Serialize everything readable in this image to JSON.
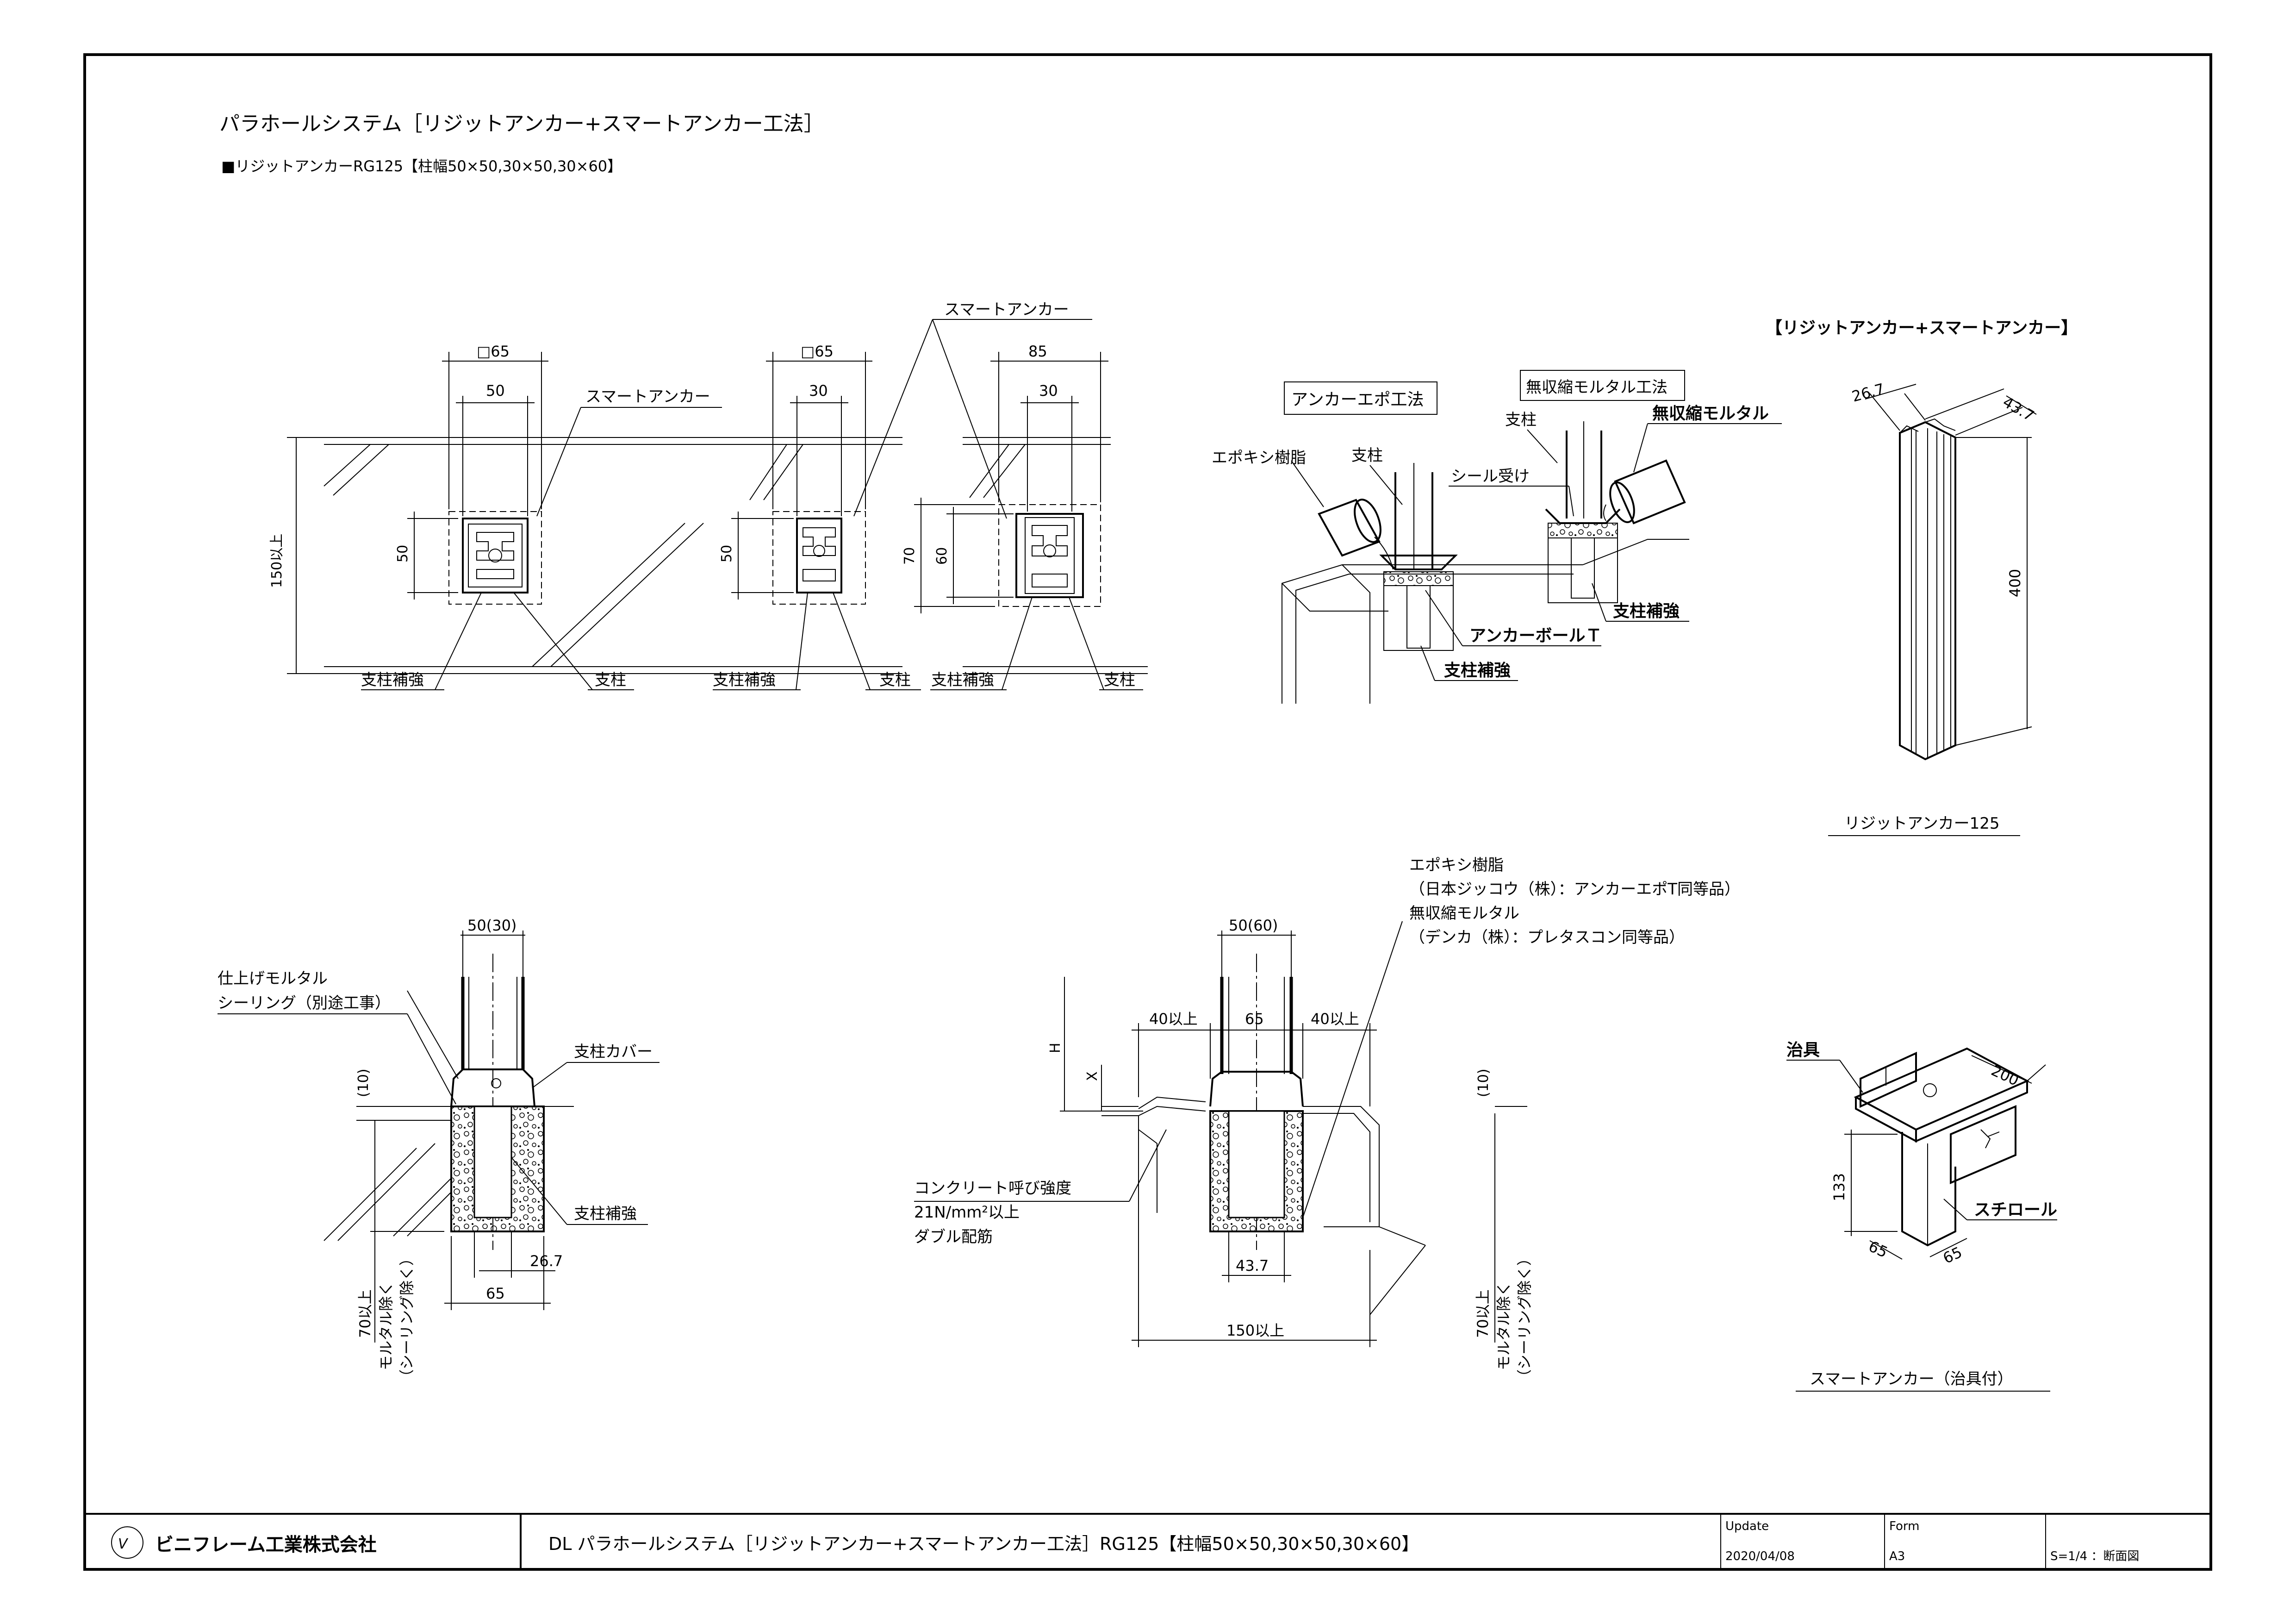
{
  "title": "パラホールシステム［リジットアンカー+スマートアンカー工法］",
  "subtitle": "■リジットアンカーRG125【柱幅50×50,30×50,30×60】",
  "plan_views": {
    "view1": {
      "top_dim": "□65",
      "inner_dim": "50",
      "side_dim": "50",
      "height_dim": "150以上",
      "label_anchor": "スマートアンカー",
      "label_reinforce": "支柱補強",
      "label_post": "支柱"
    },
    "view2": {
      "top_dim": "□65",
      "inner_dim": "30",
      "side_dim": "50",
      "label_reinforce": "支柱補強",
      "label_post": "支柱"
    },
    "view3": {
      "top_dim": "85",
      "inner_dim": "30",
      "side_dim_outer": "70",
      "side_dim_inner": "60",
      "label_reinforce": "支柱補強",
      "label_post": "支柱"
    },
    "shared_anchor_label": "スマートアンカー"
  },
  "method_views": {
    "epoxy": {
      "box": "アンカーエポ工法",
      "resin": "エポキシ樹脂",
      "post": "支柱",
      "bolt": "アンカーボールＴ",
      "reinforce": "支柱補強"
    },
    "mortar": {
      "box": "無収縮モルタル工法",
      "post": "支柱",
      "seal": "シール受け",
      "mortar": "無収縮モルタル",
      "reinforce": "支柱補強"
    }
  },
  "rigid_anchor": {
    "heading": "【リジットアンカー+スマートアンカー】",
    "dim_a": "26.7",
    "dim_b": "43.7",
    "dim_len": "400",
    "caption": "リジットアンカー125"
  },
  "smart_anchor": {
    "jig": "治具",
    "dim_w": "200",
    "dim_h": "133",
    "dim_d1": "65",
    "dim_d2": "65",
    "styrofoam": "スチロール",
    "caption": "スマートアンカー（治具付）"
  },
  "section1": {
    "top_dim": "50(30)",
    "finish1": "仕上げモルタル",
    "finish2": "シーリング（別途工事）",
    "cover": "支柱カバー",
    "gap": "(10)",
    "reinforce": "支柱補強",
    "dim_267": "26.7",
    "dim_65": "65",
    "depth1": "70以上",
    "depth2": "モルタル除く",
    "depth3": "（シーリング除く）"
  },
  "section2": {
    "top_dim": "50(60)",
    "left": "40以上",
    "mid": "65",
    "right": "40以上",
    "h": "H",
    "x": "X",
    "concrete1": "コンクリート呼び強度",
    "concrete2": "21N/mm²以上",
    "concrete3": "ダブル配筋",
    "dim_437": "43.7",
    "bottom": "150以上",
    "gap": "(10)",
    "depth1": "70以上",
    "depth2": "モルタル除く",
    "depth3": "（シーリング除く）"
  },
  "notes": [
    "エポキシ樹脂",
    "（日本ジッコウ（株）：アンカーエポT同等品）",
    "無収縮モルタル",
    "（デンカ（株）：プレタスコン同等品）"
  ],
  "title_block": {
    "company": "ビニフレーム工業株式会社",
    "drawing_title": "DL パラホールシステム［リジットアンカー+スマートアンカー工法］RG125【柱幅50×50,30×50,30×60】",
    "update_label": "Update",
    "update_value": "2020/04/08",
    "form_label": "Form",
    "form_value": "A3",
    "scale": "S=1/4 ：断面図"
  }
}
